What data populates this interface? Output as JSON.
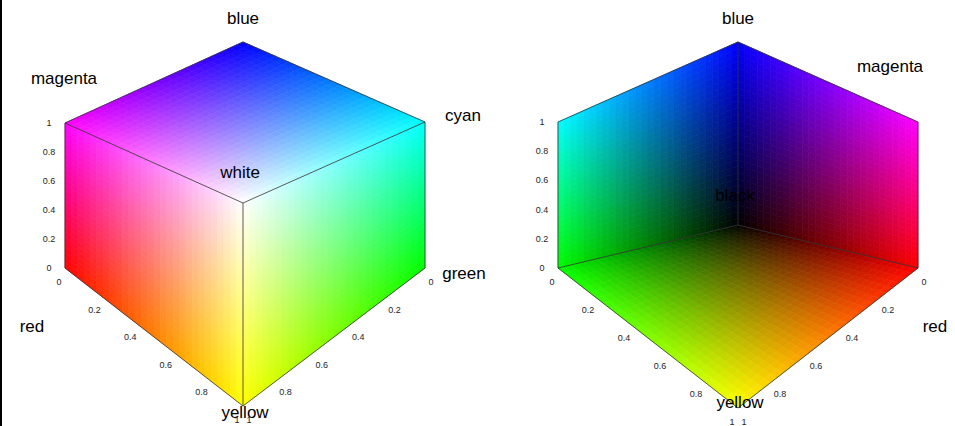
{
  "diagram": {
    "labels": [
      "blue",
      "magenta",
      "cyan",
      "white",
      "green",
      "red",
      "yellow",
      "1",
      "0.8",
      "0.6",
      "0.4",
      "0.2",
      "0",
      "0",
      "0.2",
      "0.4",
      "0.6",
      "0.8",
      "1",
      "0",
      "0.2",
      "0.4",
      "0.6",
      "0.8",
      "1",
      "blue",
      "magenta",
      "black",
      "red",
      "yellow",
      "1",
      "0.8",
      "0.6",
      "0.4",
      "0.2",
      "0",
      "0",
      "0.2",
      "0.4",
      "0.6",
      "0.8",
      "1",
      "0",
      "0.2",
      "0.4",
      "0.6",
      "0.8",
      "1"
    ]
  }
}
